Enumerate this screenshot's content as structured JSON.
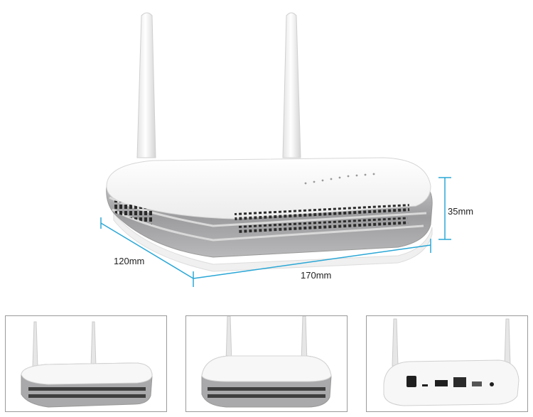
{
  "dimensions": {
    "height_label": "35mm",
    "depth_label": "120mm",
    "width_label": "170mm",
    "line_color": "#2aa7d6"
  },
  "product": {
    "body_color": "#f7f7f7",
    "band_color": "#a9a9ab",
    "vent_color": "#2b2b2b"
  },
  "thumbnails": [
    {
      "view": "angled-front-view"
    },
    {
      "view": "front-view"
    },
    {
      "view": "rear-ports-view"
    }
  ]
}
